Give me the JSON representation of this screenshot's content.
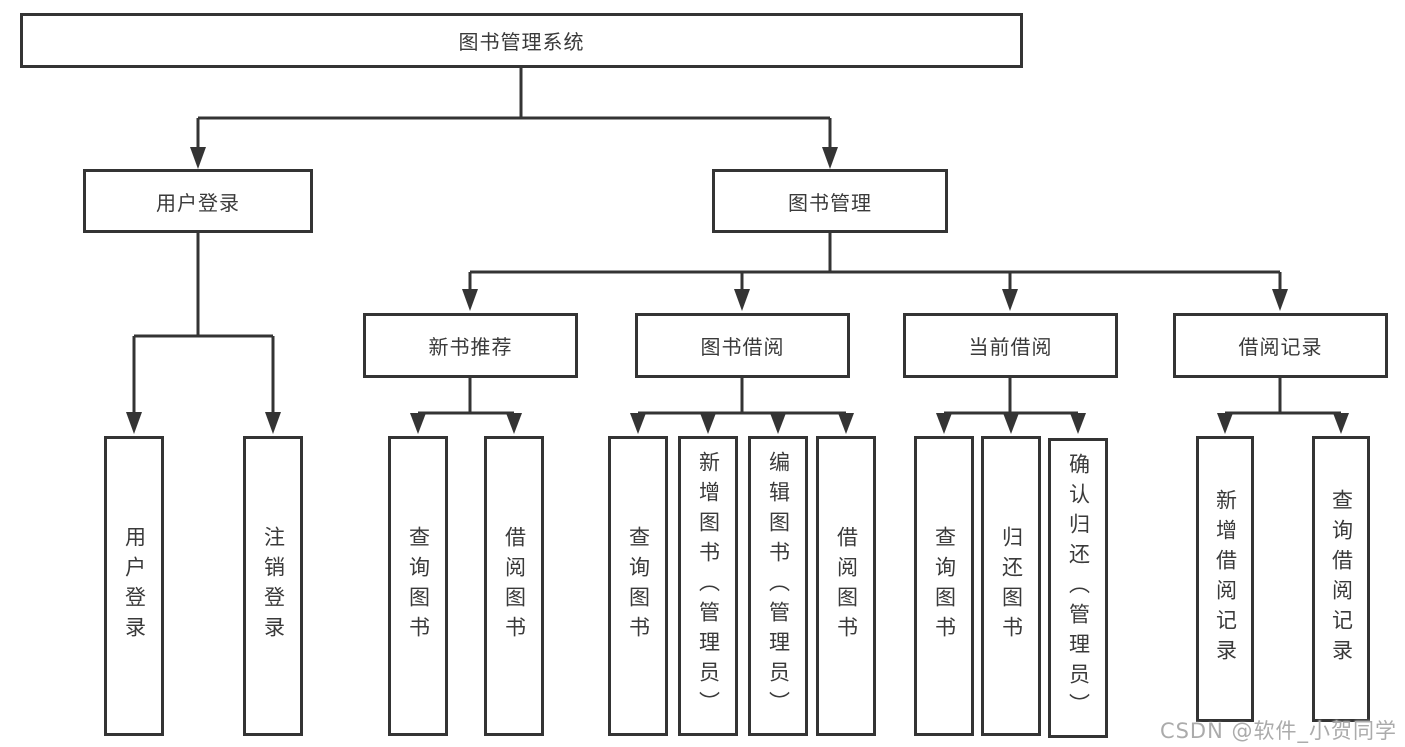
{
  "tree": {
    "root": {
      "label": "图书管理系统"
    },
    "children": [
      {
        "label": "用户登录",
        "children": [
          {
            "label": "用户登录"
          },
          {
            "label": "注销登录"
          }
        ]
      },
      {
        "label": "图书管理",
        "children": [
          {
            "label": "新书推荐",
            "children": [
              {
                "label": "查询图书"
              },
              {
                "label": "借阅图书"
              }
            ]
          },
          {
            "label": "图书借阅",
            "children": [
              {
                "label": "查询图书"
              },
              {
                "label": "新增图书（管理员）"
              },
              {
                "label": "编辑图书（管理员）"
              },
              {
                "label": "借阅图书"
              }
            ]
          },
          {
            "label": "当前借阅",
            "children": [
              {
                "label": "查询图书"
              },
              {
                "label": "归还图书"
              },
              {
                "label": "确认归还（管理员）"
              }
            ]
          },
          {
            "label": "借阅记录",
            "children": [
              {
                "label": "新增借阅记录"
              },
              {
                "label": "查询借阅记录"
              }
            ]
          }
        ]
      }
    ]
  },
  "watermark": "CSDN @软件_小贺同学",
  "colors": {
    "line": "#343434",
    "box_border": "#343434",
    "box_fill": "#ffffff",
    "text": "#3a3a3a",
    "watermark": "#ababab"
  }
}
